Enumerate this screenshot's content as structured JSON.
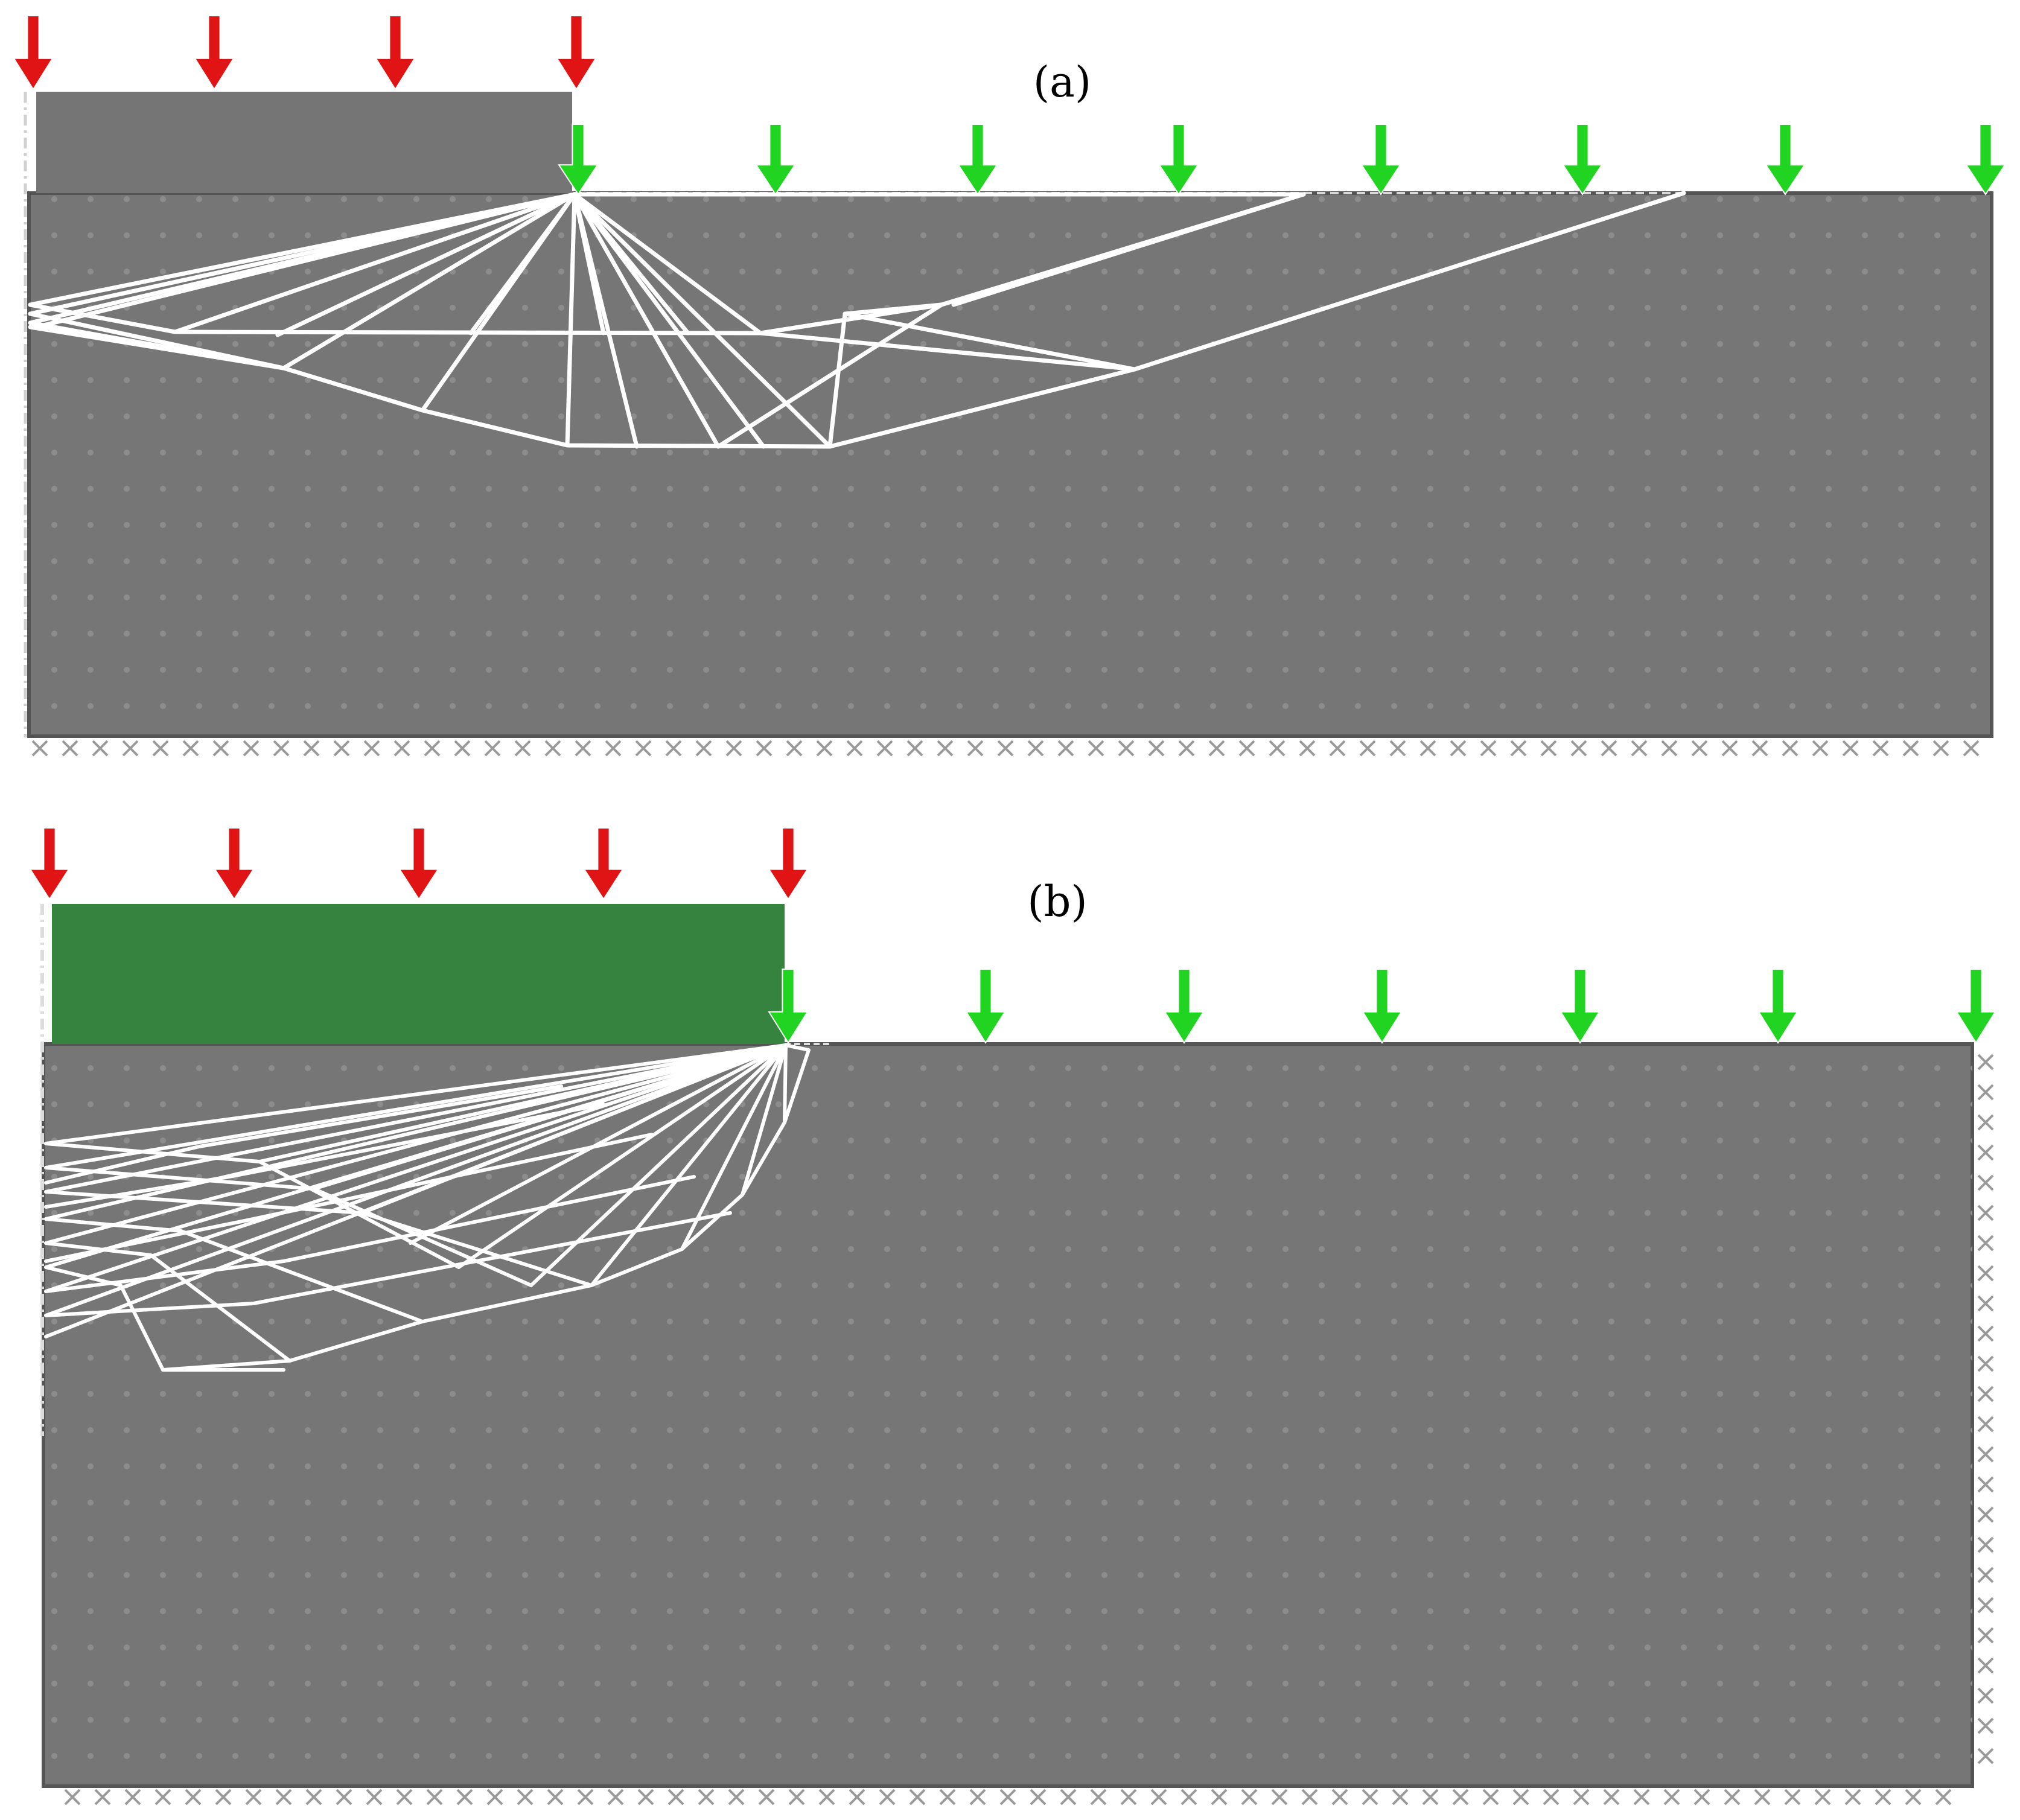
{
  "panels": [
    {
      "id": "a",
      "label": "(a)",
      "footing_color": "#757575",
      "soil_color": "#767676",
      "mesh_color": "#ffffff"
    },
    {
      "id": "b",
      "label": "(b)",
      "footing_color": "#35833f",
      "soil_color": "#767676",
      "mesh_color": "#ffffff"
    }
  ],
  "colors": {
    "footing_load_arrow": "#e01414",
    "surcharge_arrow": "#22d422",
    "boundary_dots": "#8c8c8c",
    "fixity_marks": "#9a9a9a"
  },
  "icons": {
    "footing_load": "red-down-arrow-icon",
    "surcharge": "green-down-arrow-icon",
    "fixed_support": "cross-mark-icon"
  }
}
